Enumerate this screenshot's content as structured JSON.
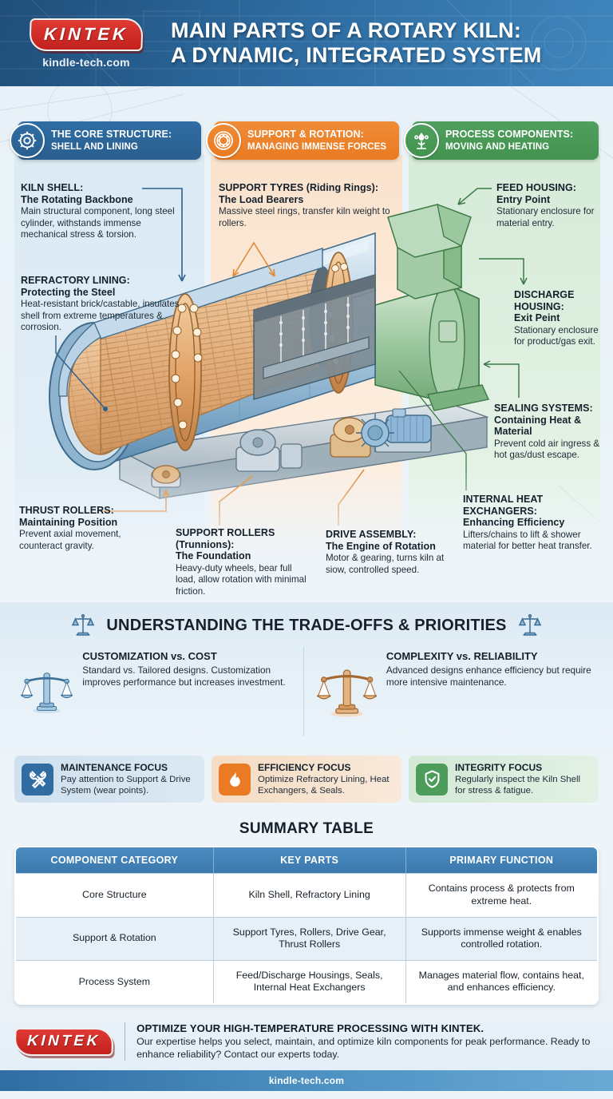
{
  "header": {
    "logo_text": "KINTEK",
    "logo_url": "kindle-tech.com",
    "title_line1": "MAIN PARTS OF A ROTARY KILN:",
    "title_line2": "A DYNAMIC, INTEGRATED SYSTEM"
  },
  "categories": [
    {
      "id": "core",
      "line1": "THE CORE STRUCTURE:",
      "line2": "SHELL AND LINING",
      "icon": "gear-icon",
      "color": "#2a5f8f"
    },
    {
      "id": "support",
      "line1": "SUPPORT & ROTATION:",
      "line2": "MANAGING IMMENSE FORCES",
      "icon": "bearing-icon",
      "color": "#e97b22"
    },
    {
      "id": "process",
      "line1": "PROCESS COMPONENTS:",
      "line2": "MOVING AND HEATING",
      "icon": "process-icon",
      "color": "#43924f"
    }
  ],
  "callouts": {
    "kiln_shell": {
      "title1": "KILN SHELL:",
      "title2": "The Rotating Backbone",
      "body": "Main structural component, long steel cylinder, withstands immense mechanical stress & torsion."
    },
    "refractory": {
      "title1": "REFRACTORY LINING:",
      "title2": "Protecting the Steel",
      "body": "Heat-resistant brick/castable, insulates shell from extreme temperatures & corrosion."
    },
    "thrust_rollers": {
      "title1": "THRUST ROLLERS:",
      "title2": "Maintaining Position",
      "body": "Prevent axial movement, counteract gravity."
    },
    "support_tyres": {
      "title1": "SUPPORT TYRES (Riding Rings):",
      "title2": "The Load Bearers",
      "body": "Massive steel rings, transfer kiln weight to rollers."
    },
    "support_rollers": {
      "title1": "SUPPORT ROLLERS (Trunnions):",
      "title2": "The Foundation",
      "body": "Heavy-duty wheels, bear full load, allow rotation with minimal friction."
    },
    "drive_assembly": {
      "title1": "DRIVE ASSEMBLY:",
      "title2": "The Engine of Rotation",
      "body": "Motor & gearing, turns kiln at siow, controlled speed."
    },
    "feed_housing": {
      "title1": "FEED HOUSING:",
      "title2": "Entry Point",
      "body": "Stationary enclosure for material entry."
    },
    "discharge": {
      "title1": "DISCHARGE HOUSING:",
      "title2": "Exit Peint",
      "body": "Stationary enclosure for product/gas exit."
    },
    "sealing": {
      "title1": "SEALING SYSTEMS:",
      "title2": "Containing Heat & Material",
      "body": "Prevent cold air ingress & hot gas/dust escape."
    },
    "heat_exchangers": {
      "title1": "INTERNAL HEAT EXCHANGERS:",
      "title2": "Enhancing Efficiency",
      "body": "Lifters/chains to lift & shower material for better heat transfer."
    }
  },
  "tradeoffs": {
    "section_title": "UNDERSTANDING THE TRADE-OFFS & PRIORITIES",
    "cards": [
      {
        "title": "CUSTOMIZATION vs. COST",
        "body": "Standard vs. Tailored designs. Customization improves performance but increases investment.",
        "icon": "scales-icon",
        "color": "#4a7fa8"
      },
      {
        "title": "COMPLEXITY vs. RELIABILITY",
        "body": "Advanced designs enhance efficiency but require more intensive maintenance.",
        "icon": "scales-icon",
        "color": "#c98443"
      }
    ]
  },
  "focus_cards": [
    {
      "title": "MAINTENANCE FOCUS",
      "body": "Pay attention to Support & Drive System (wear points).",
      "icon": "wrench-icon",
      "color": "#2f6da3"
    },
    {
      "title": "EFFICIENCY FOCUS",
      "body": "Optimize Refractory Lining, Heat Exchangers, & Seals.",
      "icon": "flame-icon",
      "color": "#ea7a24"
    },
    {
      "title": "INTEGRITY FOCUS",
      "body": "Regularly inspect the Kiln Shell for stress & fatigue.",
      "icon": "shield-check-icon",
      "color": "#4c9c5a"
    }
  ],
  "summary_table": {
    "title": "SUMMARY TABLE",
    "headers": [
      "COMPONENT CATEGORY",
      "KEY PARTS",
      "PRIMARY FUNCTION"
    ],
    "rows": [
      [
        "Core Structure",
        "Kiln Shell, Refractory Lining",
        "Contains process & protects from extreme heat."
      ],
      [
        "Support & Rotation",
        "Support Tyres, Rollers, Drive Gear, Thrust Rollers",
        "Supports immense weight & enables controlled rotation."
      ],
      [
        "Process System",
        "Feed/Discharge Housings, Seals, Internal Heat Exchangers",
        "Manages material flow, contains heat, and enhances efficiency."
      ]
    ]
  },
  "cta": {
    "logo_text": "KINTEK",
    "headline": "OPTIMIZE YOUR HIGH-TEMPERATURE PROCESSING WITH KINTEK.",
    "body": "Our expertise helps you select, maintain, and optimize kiln components for peak performance. Ready to enhance reliability? Contact our experts today."
  },
  "footer": {
    "url": "kindle-tech.com"
  }
}
